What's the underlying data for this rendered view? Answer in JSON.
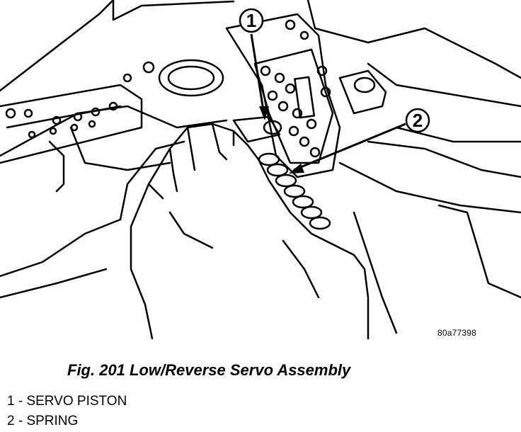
{
  "figure": {
    "code": "80a77398",
    "caption": "Fig. 201 Low/Reverse Servo Assembly",
    "callouts": [
      {
        "number": "1",
        "text": "SERVO PISTON"
      },
      {
        "number": "2",
        "text": "SPRING"
      }
    ]
  },
  "legend": [
    {
      "label": "1 - SERVO PISTON"
    },
    {
      "label": "2 - SPRING"
    }
  ]
}
